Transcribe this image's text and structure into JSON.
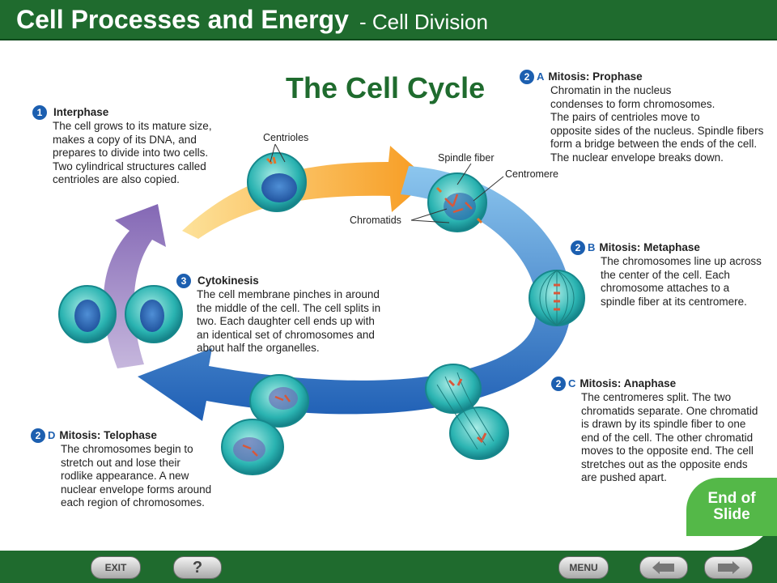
{
  "header": {
    "title": "Cell Processes and Energy",
    "subtitle": "- Cell Division"
  },
  "diagram_title": "The Cell Cycle",
  "stages": {
    "interphase": {
      "num": "1",
      "letter": "",
      "title": "Interphase",
      "text": "The cell grows to its mature size,\nmakes a copy of its DNA, and\nprepares to divide into two cells.\nTwo cylindrical structures called\ncentrioles are also copied."
    },
    "prophase": {
      "num": "2",
      "letter": "A",
      "title": "Mitosis: Prophase",
      "text": "Chromatin in the nucleus\ncondenses to form chromosomes.\nThe pairs of centrioles move to\nopposite sides of the nucleus. Spindle fibers\nform a bridge between the ends of the cell.\nThe nuclear envelope breaks down."
    },
    "metaphase": {
      "num": "2",
      "letter": "B",
      "title": "Mitosis: Metaphase",
      "text": "The chromosomes line up across\nthe center of the cell. Each\nchromosome attaches to a\nspindle fiber at its centromere."
    },
    "anaphase": {
      "num": "2",
      "letter": "C",
      "title": "Mitosis: Anaphase",
      "text": "The centromeres split. The two\nchromatids separate. One chromatid\nis drawn by its spindle fiber to one\nend of the cell. The other chromatid\nmoves to the opposite end. The cell\nstretches out as the opposite ends\nare pushed apart."
    },
    "telophase": {
      "num": "2",
      "letter": "D",
      "title": "Mitosis: Telophase",
      "text": "The chromosomes begin to\nstretch out and lose their\nrodlike appearance. A new\nnuclear envelope forms around\neach region of chromosomes."
    },
    "cytokinesis": {
      "num": "3",
      "letter": "",
      "title": "Cytokinesis",
      "text": "The cell membrane pinches in around\nthe middle of the cell. The cell splits in\ntwo. Each daughter cell ends up with\nan identical set of chromosomes and\nabout half the organelles."
    }
  },
  "labels": {
    "centrioles": "Centrioles",
    "spindle_fiber": "Spindle fiber",
    "centromere": "Centromere",
    "chromatids": "Chromatids"
  },
  "colors": {
    "header_green": "#1f6b2e",
    "number_blue": "#1c5fb0",
    "arrow_orange": "#f7a32a",
    "arrow_blue": "#2a73c7",
    "arrow_purple": "#9a7fc0",
    "cell_teal": "#2ab3b1"
  },
  "nav": {
    "exit": "EXIT",
    "help": "?",
    "menu": "MENU",
    "end_of_slide": "End of\nSlide"
  }
}
